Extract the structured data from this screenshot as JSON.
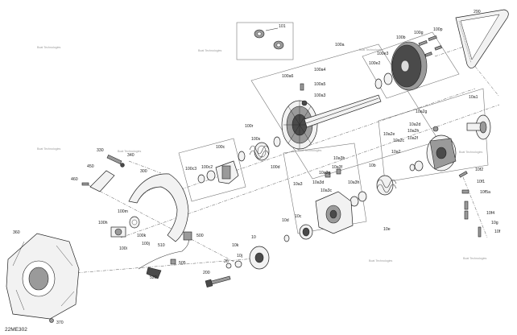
{
  "diagram": {
    "code": "22ME302",
    "watermark": "Boat Technologies",
    "labels": [
      {
        "id": "290",
        "text": "290"
      },
      {
        "id": "101",
        "text": "101"
      },
      {
        "id": "100a",
        "text": "100a"
      },
      {
        "id": "100b",
        "text": "100b"
      },
      {
        "id": "100g",
        "text": "100g"
      },
      {
        "id": "100p",
        "text": "100p"
      },
      {
        "id": "100a4",
        "text": "100a4"
      },
      {
        "id": "100a5",
        "text": "100a5"
      },
      {
        "id": "100a6",
        "text": "100a6"
      },
      {
        "id": "100a3",
        "text": "100a3"
      },
      {
        "id": "100e2",
        "text": "100e2"
      },
      {
        "id": "100e3",
        "text": "100e3"
      },
      {
        "id": "10a1",
        "text": "10a1"
      },
      {
        "id": "10a2g",
        "text": "10a2g"
      },
      {
        "id": "10a2d",
        "text": "10a2d"
      },
      {
        "id": "10a2e",
        "text": "10a2e"
      },
      {
        "id": "10a2h",
        "text": "10a2h"
      },
      {
        "id": "10a2f",
        "text": "10a2f"
      },
      {
        "id": "10a2c",
        "text": "10a2c"
      },
      {
        "id": "10a2",
        "text": "10a2"
      },
      {
        "id": "10b",
        "text": "10b"
      },
      {
        "id": "100r",
        "text": "100r"
      },
      {
        "id": "100s",
        "text": "100s"
      },
      {
        "id": "100d",
        "text": "100d"
      },
      {
        "id": "100c",
        "text": "100c"
      },
      {
        "id": "100c2",
        "text": "100c2"
      },
      {
        "id": "100c3",
        "text": "100c3"
      },
      {
        "id": "330",
        "text": "330"
      },
      {
        "id": "340",
        "text": "340"
      },
      {
        "id": "450",
        "text": "450"
      },
      {
        "id": "460",
        "text": "460"
      },
      {
        "id": "300",
        "text": "300"
      },
      {
        "id": "10a3",
        "text": "10a3"
      },
      {
        "id": "10a3b",
        "text": "10a3b"
      },
      {
        "id": "10a3f",
        "text": "10a3f"
      },
      {
        "id": "10a3g",
        "text": "10a3g"
      },
      {
        "id": "10a3d",
        "text": "10a3d"
      },
      {
        "id": "10a3h",
        "text": "10a3h"
      },
      {
        "id": "10a3c",
        "text": "10a3c"
      },
      {
        "id": "10f2",
        "text": "10f2"
      },
      {
        "id": "10f1",
        "text": "10f1"
      },
      {
        "id": "10f5a",
        "text": "10f5a"
      },
      {
        "id": "10f4",
        "text": "10f4"
      },
      {
        "id": "10g",
        "text": "10g"
      },
      {
        "id": "10f",
        "text": "10f"
      },
      {
        "id": "100m",
        "text": "100m"
      },
      {
        "id": "100h",
        "text": "100h"
      },
      {
        "id": "100k",
        "text": "100k"
      },
      {
        "id": "100j",
        "text": "100j"
      },
      {
        "id": "100i",
        "text": "100i"
      },
      {
        "id": "510",
        "text": "510"
      },
      {
        "id": "500",
        "text": "500"
      },
      {
        "id": "505",
        "text": "505"
      },
      {
        "id": "520",
        "text": "520"
      },
      {
        "id": "360",
        "text": "360"
      },
      {
        "id": "370",
        "text": "370"
      },
      {
        "id": "10d",
        "text": "10d"
      },
      {
        "id": "10c",
        "text": "10c"
      },
      {
        "id": "10k",
        "text": "10k"
      },
      {
        "id": "10j",
        "text": "10j"
      },
      {
        "id": "10",
        "text": "10"
      },
      {
        "id": "20",
        "text": "20"
      },
      {
        "id": "200",
        "text": "200"
      },
      {
        "id": "10e",
        "text": "10e"
      }
    ]
  }
}
